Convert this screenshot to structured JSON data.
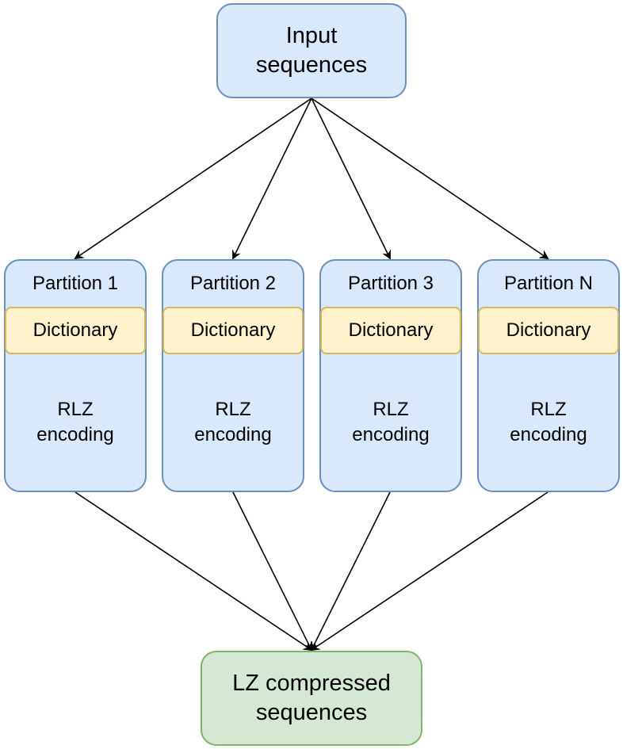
{
  "input_node": {
    "line1": "Input",
    "line2": "sequences"
  },
  "partitions": [
    {
      "title": "Partition 1",
      "dictionary": "Dictionary",
      "encoding_line1": "RLZ",
      "encoding_line2": "encoding"
    },
    {
      "title": "Partition 2",
      "dictionary": "Dictionary",
      "encoding_line1": "RLZ",
      "encoding_line2": "encoding"
    },
    {
      "title": "Partition 3",
      "dictionary": "Dictionary",
      "encoding_line1": "RLZ",
      "encoding_line2": "encoding"
    },
    {
      "title": "Partition N",
      "dictionary": "Dictionary",
      "encoding_line1": "RLZ",
      "encoding_line2": "encoding"
    }
  ],
  "output_node": {
    "line1": "LZ compressed",
    "line2": "sequences"
  },
  "colors": {
    "process_fill": "#dae8fc",
    "process_stroke": "#6c8ebf",
    "dictionary_fill": "#fff2cc",
    "dictionary_stroke": "#d6b656",
    "output_fill": "#d5e8d4",
    "output_stroke": "#82b366"
  }
}
